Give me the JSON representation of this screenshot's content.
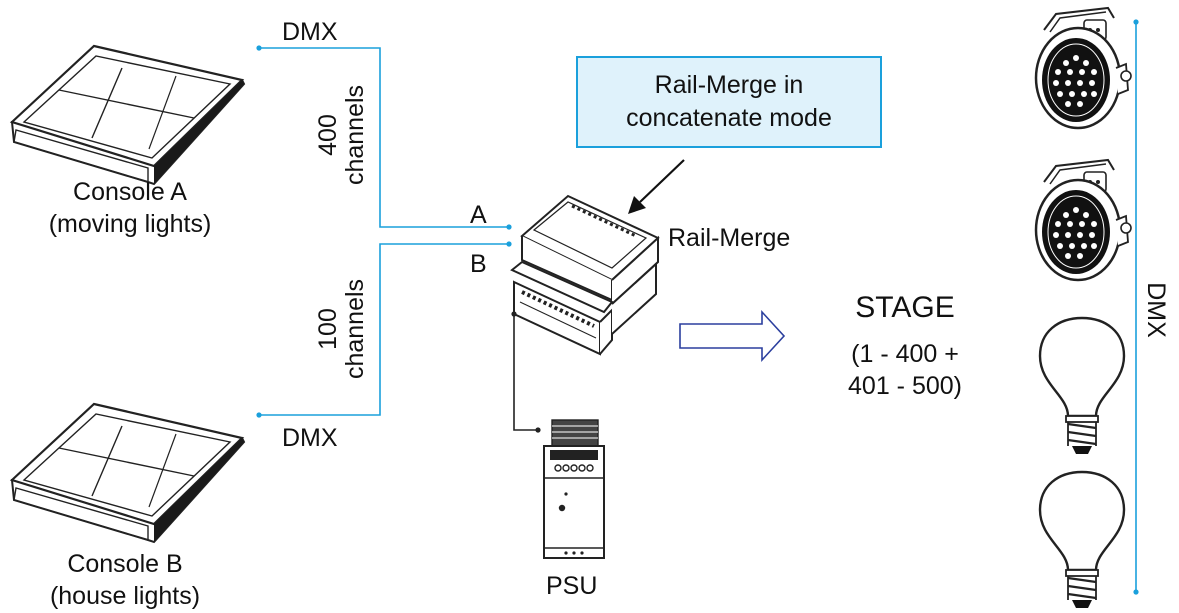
{
  "console_a": {
    "name": "Console A",
    "role": "(moving lights)"
  },
  "console_b": {
    "name": "Console B",
    "role": "(house lights)"
  },
  "line_a": {
    "protocol": "DMX",
    "count": "400",
    "unit": "channels",
    "port": "A"
  },
  "line_b": {
    "protocol": "DMX",
    "count": "100",
    "unit": "channels",
    "port": "B"
  },
  "callout": {
    "line1": "Rail-Merge in",
    "line2": "concatenate mode"
  },
  "device": {
    "name": "Rail-Merge"
  },
  "psu": {
    "name": "PSU"
  },
  "stage": {
    "title": "STAGE",
    "range_line1": "(1 - 400 +",
    "range_line2": "401 - 500)"
  },
  "output": {
    "protocol": "DMX"
  },
  "colors": {
    "line": "#1aa0dc",
    "callout_fill": "#dff2fb",
    "arrow": "#2b3f9e"
  },
  "fixtures": [
    {
      "kind": "par-can"
    },
    {
      "kind": "par-can"
    },
    {
      "kind": "bulb"
    },
    {
      "kind": "bulb"
    }
  ]
}
